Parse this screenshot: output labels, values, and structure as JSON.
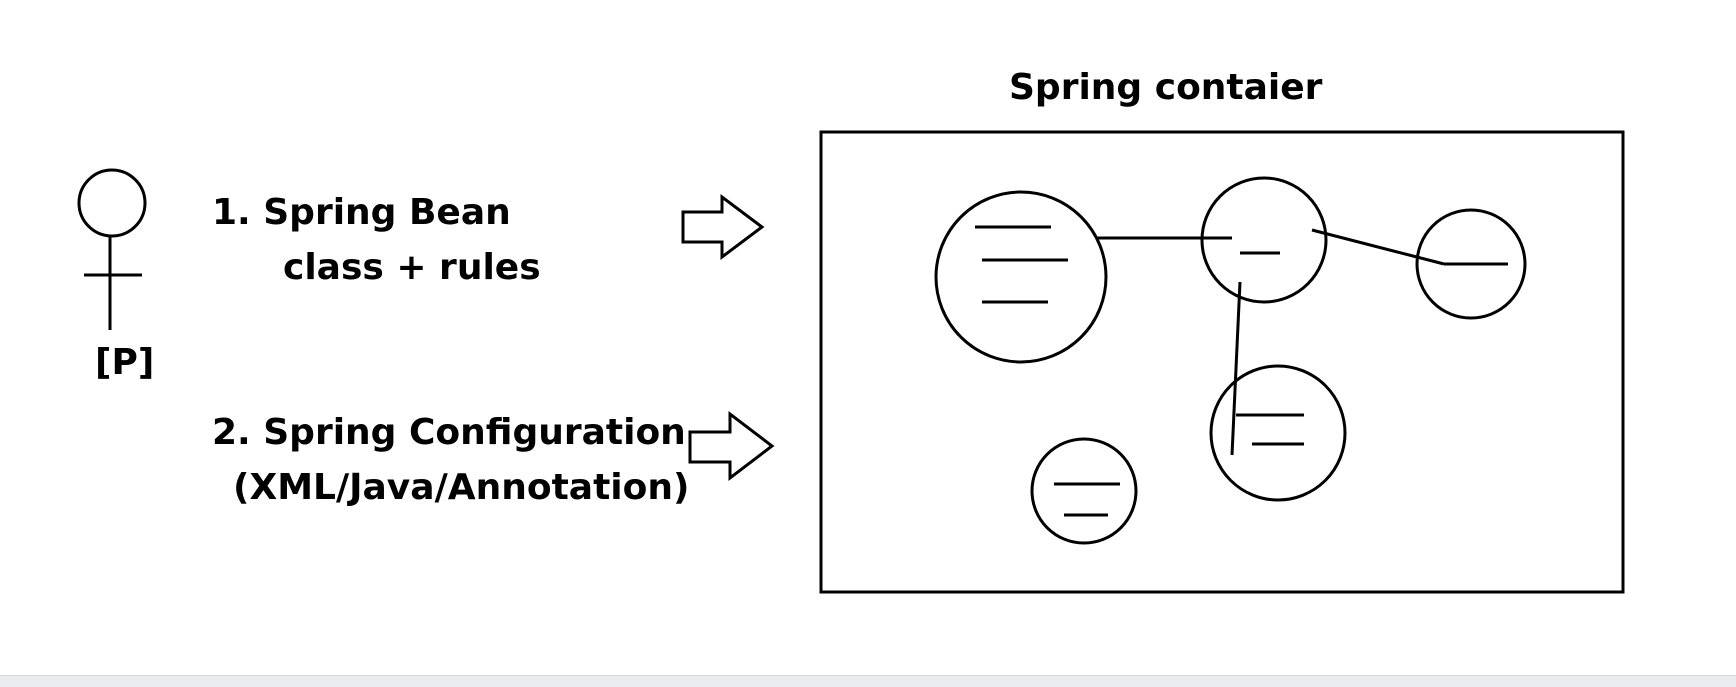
{
  "diagram": {
    "title": "Spring contaier",
    "steps": [
      {
        "line1": "1.  Spring Bean",
        "line2": "class + rules"
      },
      {
        "line1": "2. Spring Configuration",
        "line2": "(XML/Java/Annotation)"
      }
    ],
    "actor_label": "[P]"
  },
  "colors": {
    "ink": "#000000",
    "background": "#ffffff"
  }
}
